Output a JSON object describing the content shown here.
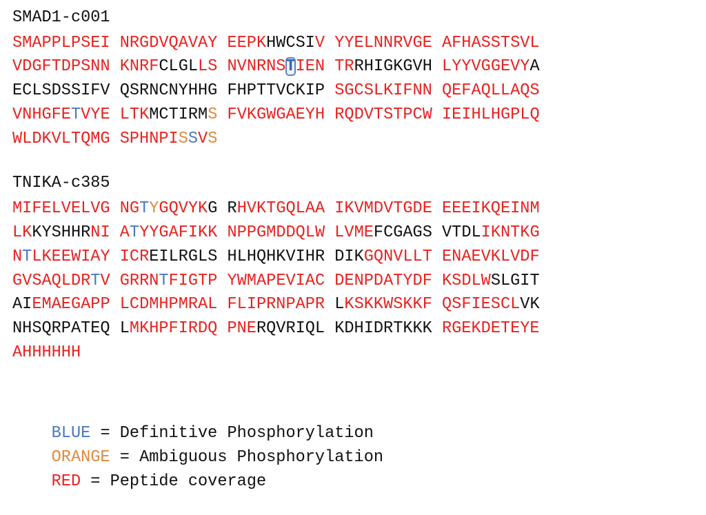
{
  "sections": [
    {
      "header": "SMAD1-c001",
      "lines": [
        [
          [
            "r",
            "SMAPPLPSEI NRGDVQAVAY EEPK"
          ],
          [
            "k",
            "HWCSI"
          ],
          [
            "r",
            "V YYELNNRVGE AFHASSTSVL"
          ]
        ],
        [
          [
            "r",
            "VDGFTDPSNN KNRF"
          ],
          [
            "k",
            "CLGL"
          ],
          [
            "r",
            "LS NVNRNS"
          ],
          [
            "o",
            ""
          ],
          [
            "sel",
            "T"
          ],
          [
            "r",
            "IEN TR"
          ],
          [
            "k",
            "RHIGKGVH "
          ],
          [
            "r",
            "LYYVGGEVY"
          ],
          [
            "k",
            "A"
          ]
        ],
        [
          [
            "k",
            "ECLSDSSIFV QSRNCNYHHG FHPTTVCKIP "
          ],
          [
            "r",
            "SGCSLKIFNN QEFAQLLAQS"
          ]
        ],
        [
          [
            "r",
            "VNHGFE"
          ],
          [
            "b",
            "T"
          ],
          [
            "r",
            "VYE LTK"
          ],
          [
            "k",
            "MCTIRM"
          ],
          [
            "o",
            "S"
          ],
          [
            "r",
            " FVKGWGAEYH RQDVTSTPCW IEIHLHGPLQ"
          ]
        ],
        [
          [
            "r",
            "WLDKVLTQMG SPHNPI"
          ],
          [
            "o",
            "S"
          ],
          [
            "b",
            "S"
          ],
          [
            "r",
            "V"
          ],
          [
            "o",
            "S"
          ]
        ]
      ]
    },
    {
      "header": "TNIKA-c385",
      "lines": [
        [
          [
            "r",
            "MIFELVELVG NG"
          ],
          [
            "b",
            "T"
          ],
          [
            "o",
            "Y"
          ],
          [
            "r",
            "GQVYK"
          ],
          [
            "k",
            "G R"
          ],
          [
            "r",
            "HVKTGQLAA IKVMDVTGDE EEEIKQEINM"
          ]
        ],
        [
          [
            "r",
            "LK"
          ],
          [
            "k",
            "KYSHHR"
          ],
          [
            "r",
            "NI A"
          ],
          [
            "b",
            "T"
          ],
          [
            "r",
            "YYGAFIKK NPPGMDDQLW LVME"
          ],
          [
            "k",
            "FCGAGS VTDL"
          ],
          [
            "r",
            "IKNTKG"
          ]
        ],
        [
          [
            "r",
            "N"
          ],
          [
            "b",
            "T"
          ],
          [
            "r",
            "LKEEWIAY ICR"
          ],
          [
            "k",
            "EILRGLS HLHQHKVIHR DIK"
          ],
          [
            "r",
            "GQNVLLT ENAEVKLVDF"
          ]
        ],
        [
          [
            "r",
            "GVSAQLDR"
          ],
          [
            "b",
            "T"
          ],
          [
            "r",
            "V GRRN"
          ],
          [
            "b",
            "T"
          ],
          [
            "r",
            "FIGTP YWMAPEVIAC DENPDATYDF KSDLW"
          ],
          [
            "k",
            "SLGIT"
          ]
        ],
        [
          [
            "k",
            "AI"
          ],
          [
            "r",
            "EMAEGAPP LCDMHPMRAL FLIPRNPAPR "
          ],
          [
            "k",
            "L"
          ],
          [
            "r",
            "KSKKWSKKF QSFIESCL"
          ],
          [
            "k",
            "VK"
          ]
        ],
        [
          [
            "k",
            "NHSQRPATEQ L"
          ],
          [
            "r",
            "MKHPFIRDQ PNE"
          ],
          [
            "k",
            "RQVRIQL KDHIDRTKKK "
          ],
          [
            "r",
            "RGEKDETEYE"
          ]
        ],
        [
          [
            "r",
            "AHHHHHH"
          ]
        ]
      ]
    }
  ],
  "legend": [
    {
      "label": "BLUE",
      "text": " = Definitive Phosphorylation",
      "color": "#4a77c4"
    },
    {
      "label": "ORANGE",
      "text": " = Ambiguous Phosphorylation",
      "color": "#e08a3c"
    },
    {
      "label": "RED",
      "text": " = Peptide coverage",
      "color": "#e8221f"
    }
  ],
  "colors": {
    "coverage": "#e8221f",
    "definitive": "#4a77c4",
    "ambiguous": "#e08a3c",
    "uncovered": "#111111"
  }
}
